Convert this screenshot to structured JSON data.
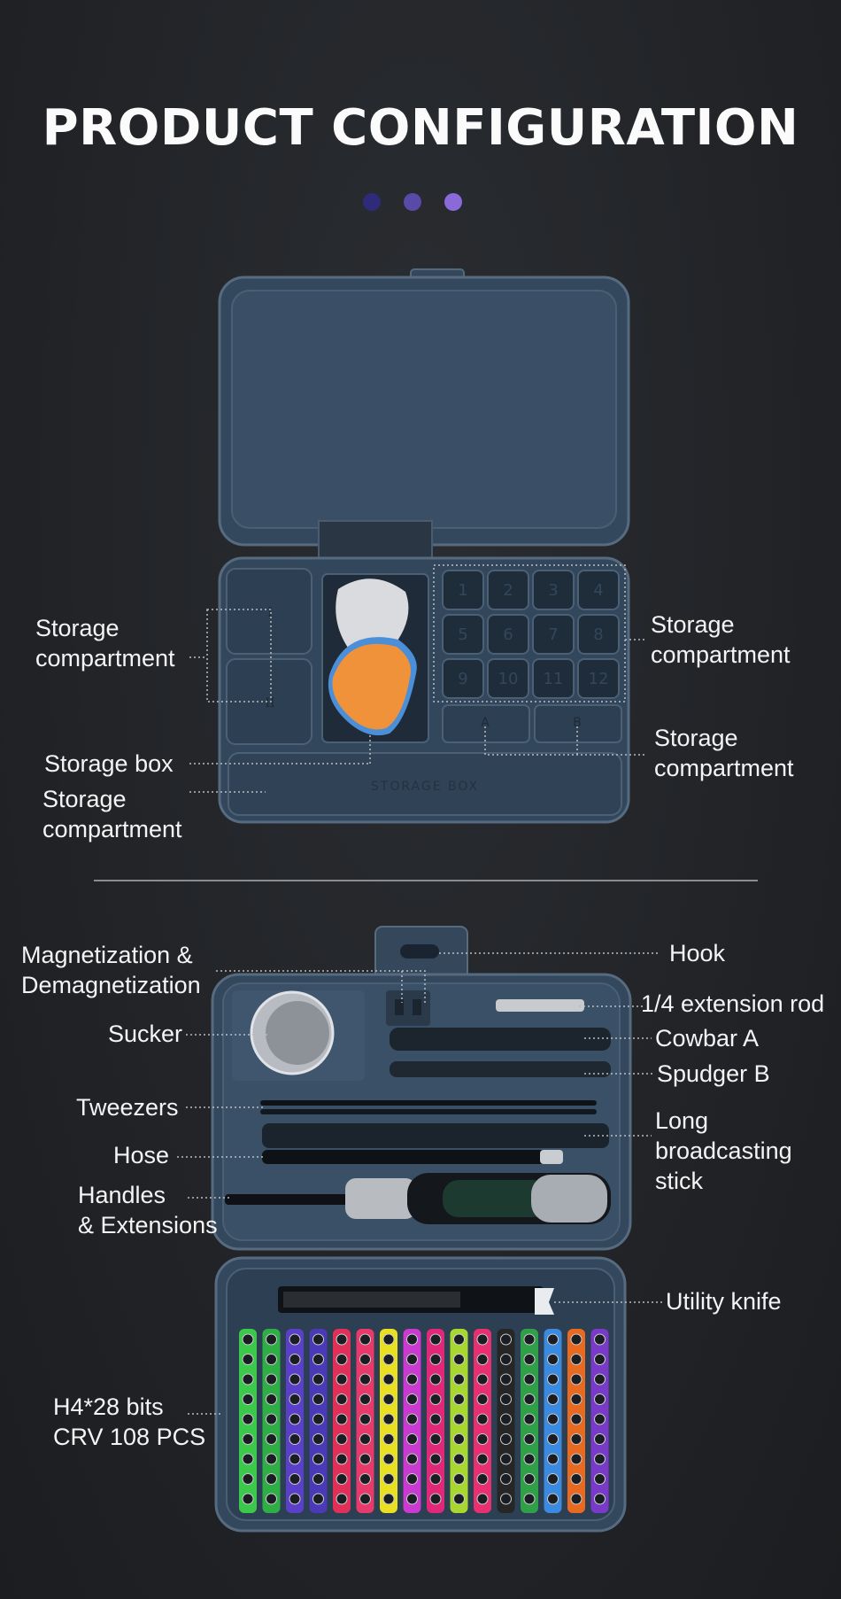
{
  "title": "PRODUCT CONFIGURATION",
  "dots": [
    {
      "color": "#302a7a"
    },
    {
      "color": "#5a4aa8"
    },
    {
      "color": "#8a6ad8"
    }
  ],
  "box_top": {
    "compartment_numbers": [
      "1",
      "2",
      "3",
      "4",
      "5",
      "6",
      "7",
      "8",
      "9",
      "10",
      "11",
      "12"
    ],
    "side_marks": [
      "I",
      "II"
    ],
    "lower_marks": [
      "A",
      "B"
    ],
    "box_text": "STORAGE BOX",
    "labels": {
      "left_compartment": [
        "Storage",
        "compartment"
      ],
      "storage_box": "Storage box",
      "bottom_compartment": [
        "Storage",
        "compartment"
      ],
      "right_compartment_1": [
        "Storage",
        "compartment"
      ],
      "right_compartment_2": [
        "Storage",
        "compartment"
      ]
    }
  },
  "box_bottom": {
    "labels": {
      "magnetization": [
        "Magnetization &",
        "Demagnetization"
      ],
      "sucker": "Sucker",
      "tweezers": "Tweezers",
      "hose": "Hose",
      "handles": [
        "Handles",
        "& Extensions"
      ],
      "bits": [
        "H4*28 bits",
        "CRV 108 PCS"
      ],
      "hook": "Hook",
      "extension_rod": "1/4 extension rod",
      "cowbar": "Cowbar A",
      "spudger": "Spudger B",
      "long_stick": [
        "Long",
        "broadcasting",
        "stick"
      ],
      "utility_knife": "Utility knife"
    },
    "bit_colors": [
      "#3cc84a",
      "#2fae46",
      "#5a40c8",
      "#4a3ab8",
      "#e0305a",
      "#e83a6a",
      "#e8e020",
      "#c83ad0",
      "#e02878",
      "#a8d830",
      "#e83070",
      "#262626",
      "#30a048",
      "#3a8ae0",
      "#e86a20",
      "#7a3ac8"
    ]
  },
  "colors": {
    "case": "#3b4f64",
    "case_dark": "#2c3d4f",
    "case_edge": "#55697e",
    "pick_orange": "#f0923a",
    "pick_white": "#d9dbde",
    "pick_blue": "#4a8fd8"
  }
}
